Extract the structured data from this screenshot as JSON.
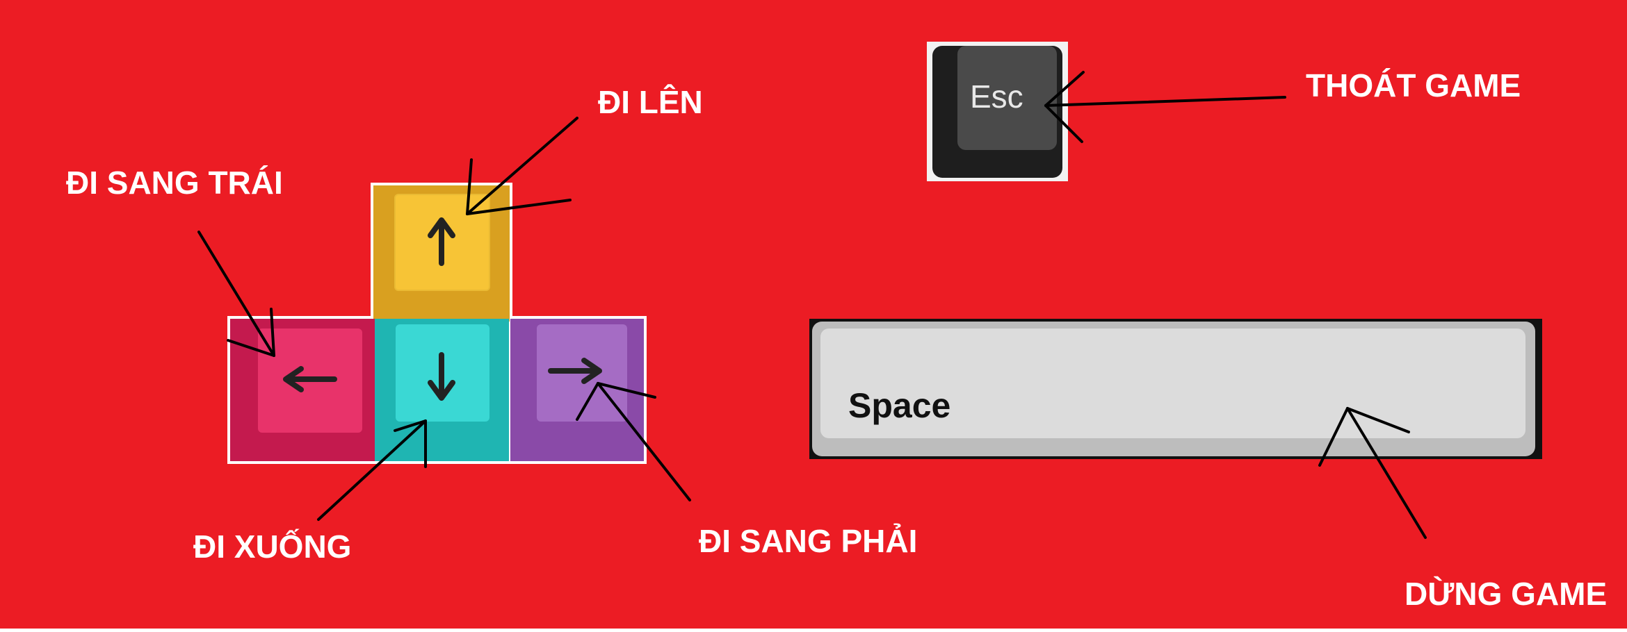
{
  "labels": {
    "up": "ĐI LÊN",
    "left": "ĐI SANG TRÁI",
    "down": "ĐI XUỐNG",
    "right": "ĐI SANG PHẢI",
    "exit": "THOÁT GAME",
    "pause": "DỪNG GAME"
  },
  "keys": {
    "esc": "Esc",
    "space": "Space",
    "up_icon": "arrow-up-icon",
    "down_icon": "arrow-down-icon",
    "left_icon": "arrow-left-icon",
    "right_icon": "arrow-right-icon"
  },
  "colors": {
    "background": "#ec1c24",
    "up_key": "#f5bd2c",
    "left_key": "#e0245e",
    "down_key": "#2fd0cc",
    "right_key": "#9b5bb8",
    "esc_key": "#3a3a3a",
    "space_key": "#d9d9d9"
  }
}
